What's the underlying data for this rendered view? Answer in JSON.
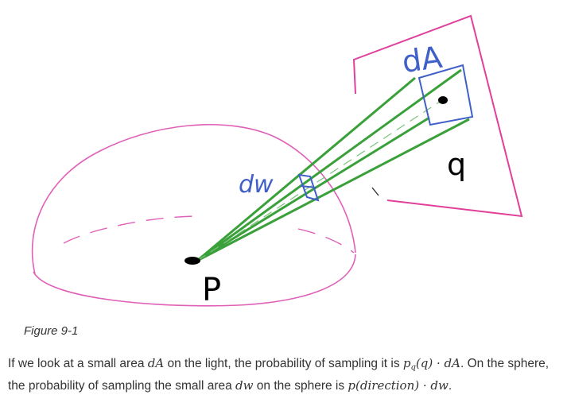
{
  "figure": {
    "labels": {
      "area": "dA",
      "solid_angle": "dw",
      "point_p": "P",
      "point_q": "q"
    },
    "colors": {
      "sphere": "#e060b8",
      "light": "#e0409a",
      "rays": "#3aa03a",
      "annotation": "#4060c8",
      "ink": "#000000",
      "text": "#333333"
    }
  },
  "caption": "Figure 9-1",
  "paragraph": {
    "t1": "If we look at a small area ",
    "m1": "dA",
    "t2": " on the light, the probability of sampling it is ",
    "m2": "p",
    "m2sub": "q",
    "m2rest": "(q) · dA",
    "t3": ". On the sphere, the probability of sampling the small area ",
    "m3": "dw",
    "t4": " on the sphere is ",
    "m4": "p(direction) · dw",
    "t5": "."
  }
}
